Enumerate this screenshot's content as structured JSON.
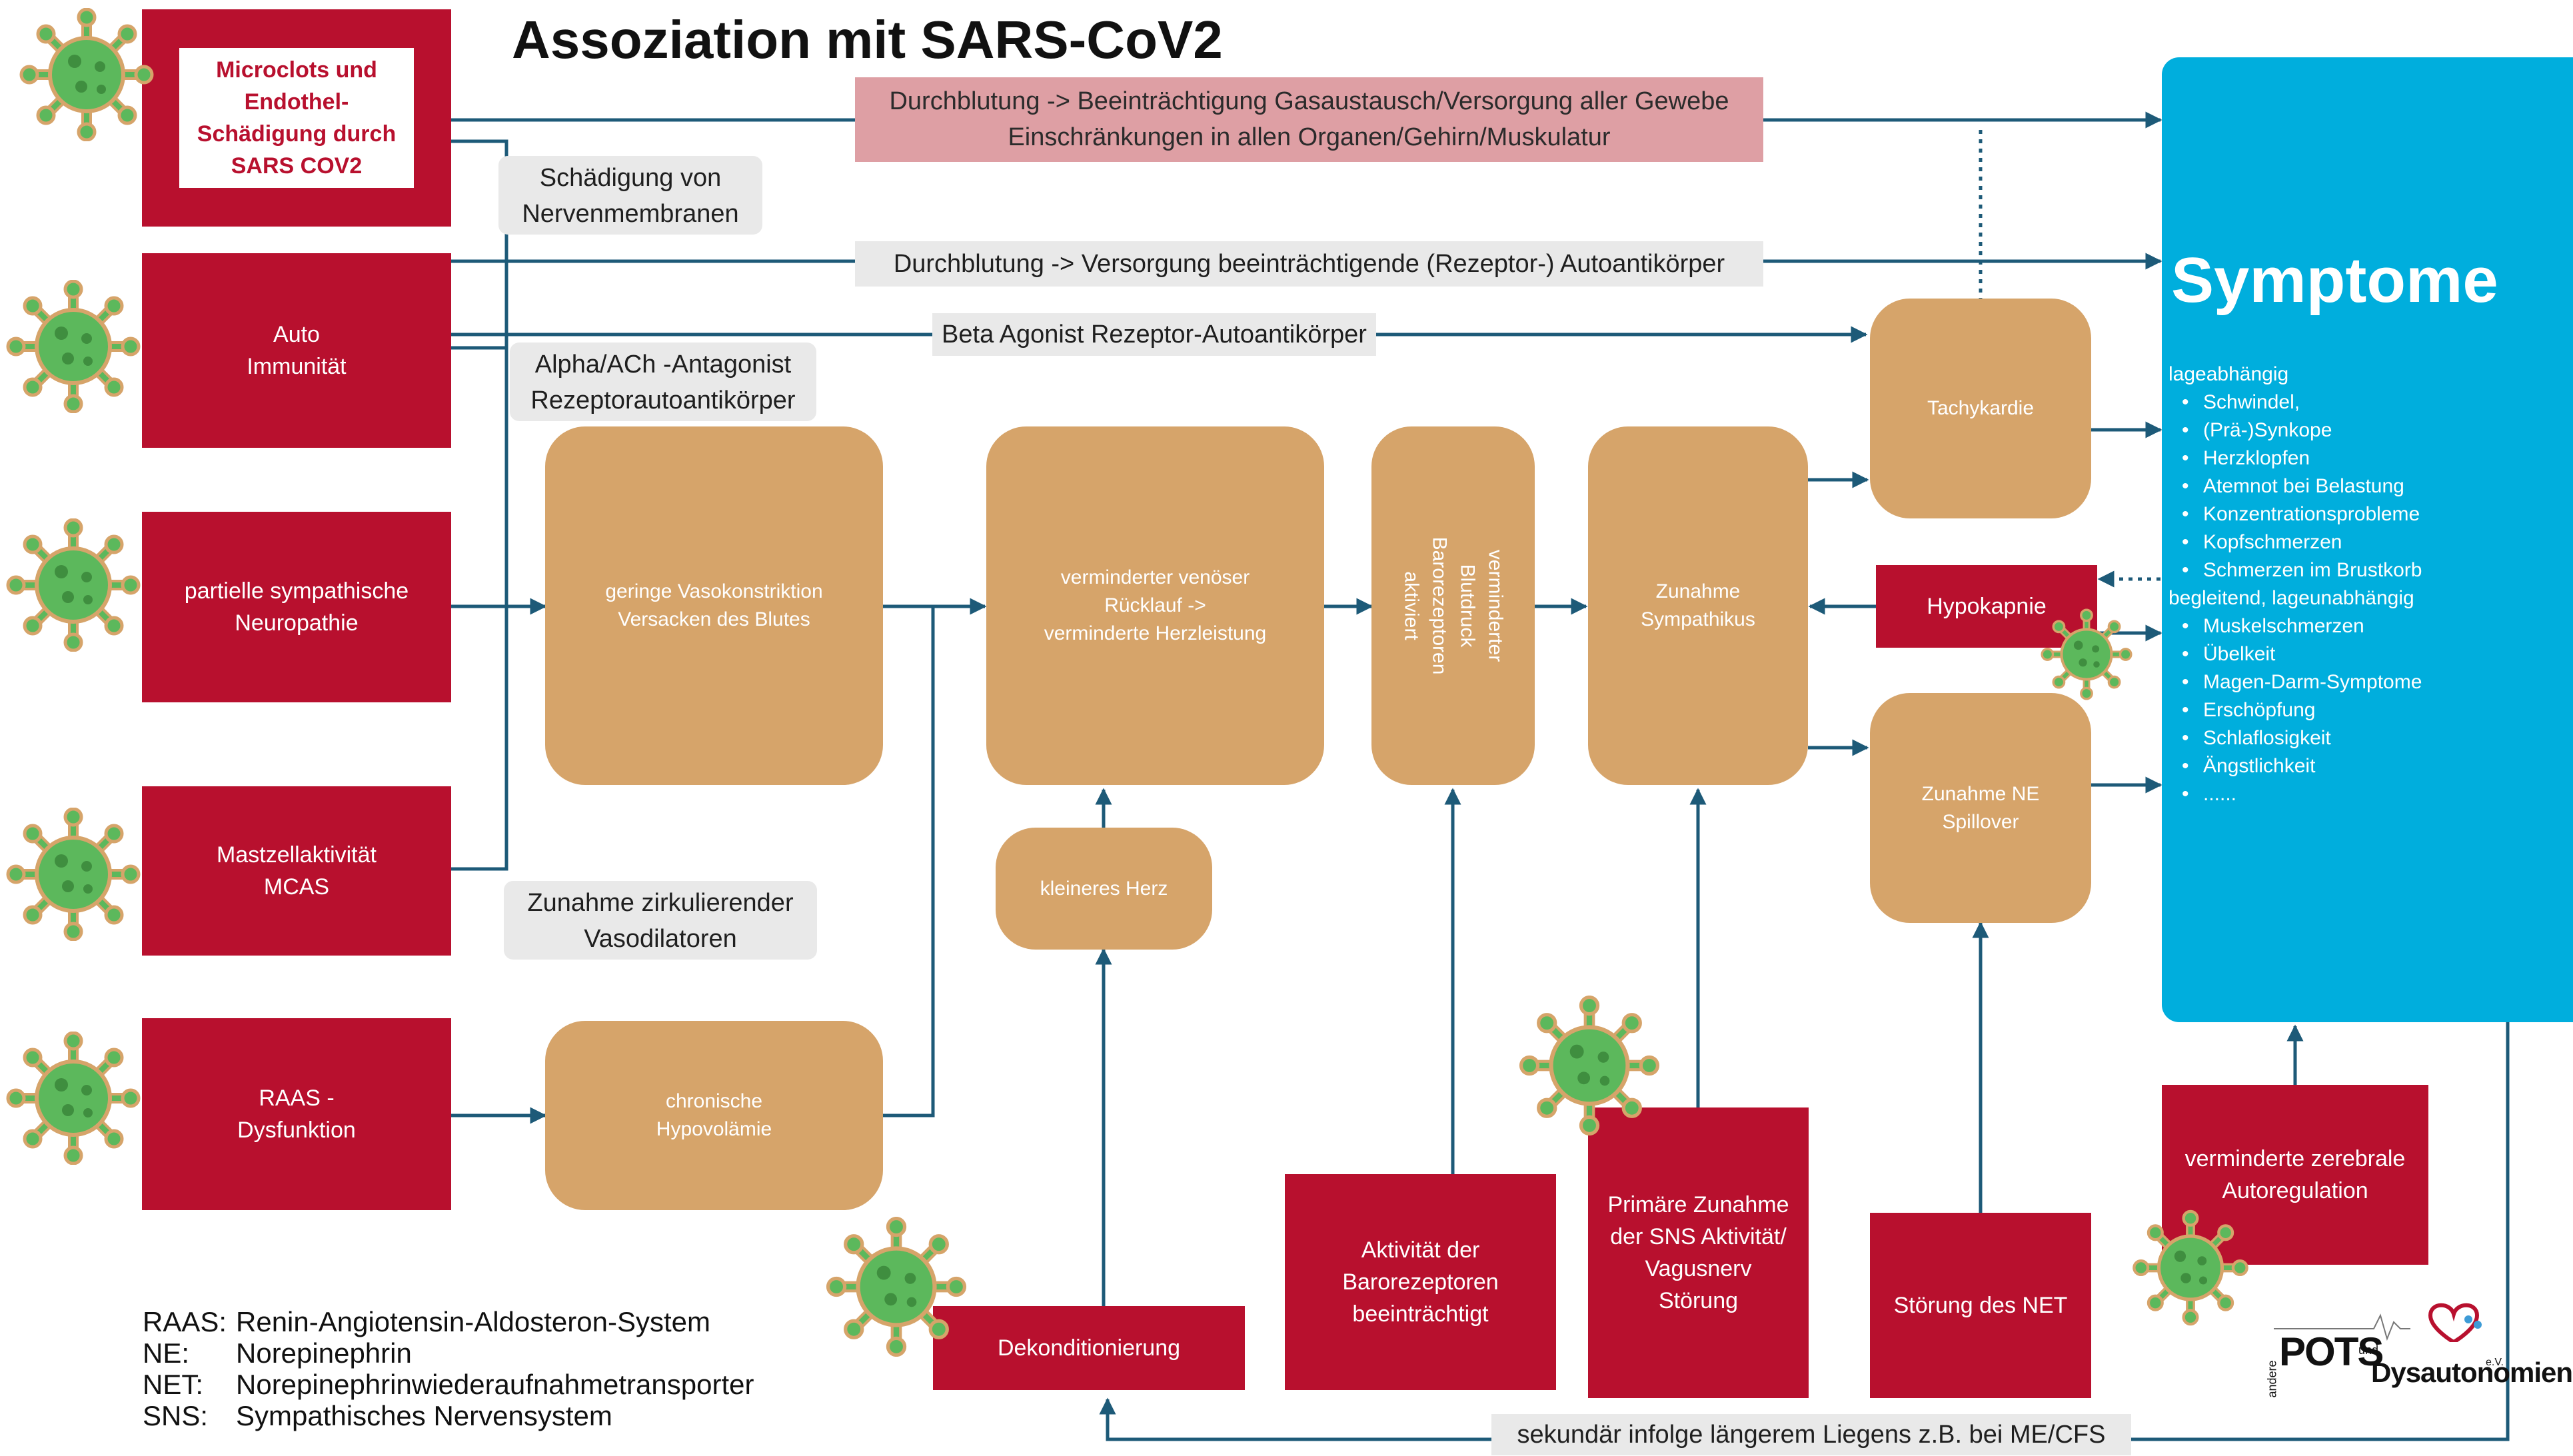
{
  "title": "Assoziation mit SARS-CoV2",
  "colors": {
    "red": "#b8102e",
    "tan": "#d6a46a",
    "blue": "#00aedd",
    "arrow": "#1d5a78",
    "banner_red": "#de9fa4",
    "grey": "#e9e9e9"
  },
  "causes": {
    "microclots": "Microclots und Endothel-\nSchädigung durch\nSARS COV2",
    "autoimmunity": "Auto\nImmunität",
    "neuropathy": "partielle sympathische\nNeuropathie",
    "mcas": "Mastzellaktivität\nMCAS",
    "raas": "RAAS -\nDysfunktion"
  },
  "banners": {
    "durchblutung_gewebe": "Durchblutung -> Beeinträchtigung Gasaustausch/Versorgung  aller Gewebe\nEinschränkungen in allen Organen/Gehirn/Muskulatur",
    "durchblutung_rezeptor": "Durchblutung -> Versorgung  beeinträchtigende (Rezeptor-) Autoantikörper",
    "beta_agonist": "Beta Agonist Rezeptor-Autoantikörper",
    "liegen": "sekundär infolge längerem Liegens z.B. bei ME/CFS"
  },
  "notes": {
    "nervenmembranen": "Schädigung von\nNervenmembranen",
    "alpha": "Alpha/ACh -Antagonist\nRezeptorautoantikörper",
    "vasodilatoren": "Zunahme zirkulierender\nVasodilatoren"
  },
  "mechanisms": {
    "vasokonstriktion": "geringe Vasokonstriktion\nVersacken des Blutes",
    "hypovolaemie": "chronische\nHypovolämie",
    "venoes": "verminderter venöser\nRücklauf ->\nverminderte Herzleistung",
    "herz": "kleineres   Herz",
    "blutdruck": "verminderter Blutdruck\nBarorezeptoren aktiviert",
    "sympathikus": "Zunahme\nSympathikus",
    "tachykardie": "Tachykardie",
    "ne_spillover": "Zunahme NE\nSpillover"
  },
  "secondary": {
    "hypokapnie": "Hypokapnie",
    "dekonditionierung": "Dekonditionierung",
    "barorezeptoren": "Aktivität der\nBarorezeptoren\nbeeinträchtigt",
    "sns": "Primäre Zunahme\nder SNS Aktivität/\nVagusnerv\nStörung",
    "net": "Störung des NET",
    "zerebral": "verminderte zerebrale\nAutoregulation"
  },
  "symptoms": {
    "title": "Symptome",
    "group1": "lageabhängig",
    "items1": [
      "Schwindel,",
      "(Prä-)Synkope",
      "Herzklopfen",
      "Atemnot bei Belastung",
      "Konzentrationsprobleme",
      "Kopfschmerzen",
      "Schmerzen im Brustkorb"
    ],
    "group2": "begleitend, lageunabhängig",
    "items2": [
      "Muskelschmerzen",
      "Übelkeit",
      "Magen-Darm-Symptome",
      "Erschöpfung",
      "Schlaflosigkeit",
      "Ängstlichkeit",
      "......"
    ]
  },
  "legend": [
    {
      "key": "RAAS:",
      "value": "Renin-Angiotensin-Aldosteron-System"
    },
    {
      "key": "NE:",
      "value": "Norepinephrin"
    },
    {
      "key": "NET:",
      "value": "Norepinephrinwiederaufnahmetransporter"
    },
    {
      "key": "SNS:",
      "value": "Sympathisches Nervensystem"
    }
  ],
  "logo": {
    "pots": "POTS",
    "und": "und",
    "andere": "andere",
    "dys": "Dysautonomien",
    "ev": "e.V."
  }
}
